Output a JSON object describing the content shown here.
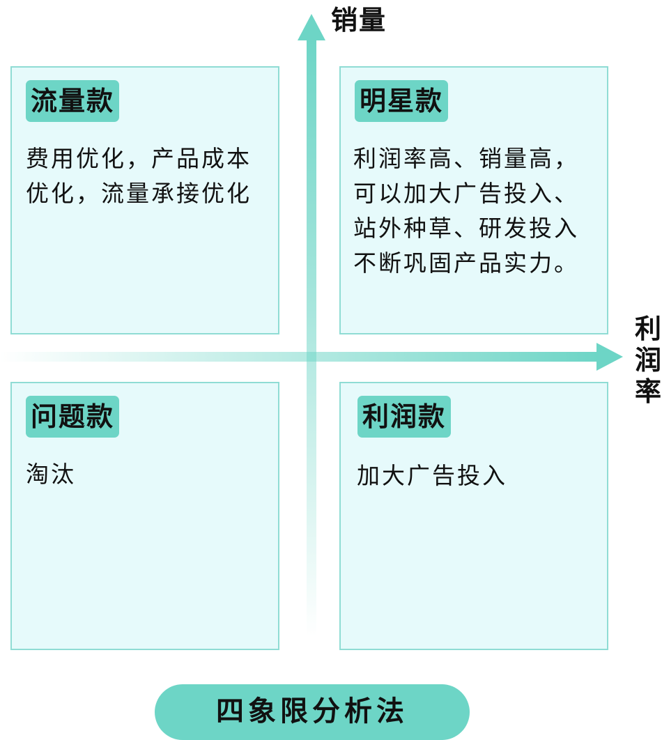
{
  "axes": {
    "y_label": "销量",
    "x_label": "利润率"
  },
  "quadrants": {
    "top_left": {
      "tag": "流量款",
      "description": "费用优化，产品成本优化，流量承接优化"
    },
    "top_right": {
      "tag": "明星款",
      "description": "利润率高、销量高，可以加大广告投入、站外种草、研发投入不断巩固产品实力。"
    },
    "bottom_left": {
      "tag": "问题款",
      "description": "淘汰"
    },
    "bottom_right": {
      "tag": "利润款",
      "description": "加大广告投入"
    }
  },
  "title": "四象限分析法",
  "colors": {
    "accent": "#6dd5c6",
    "quadrant_fill": "#e6fafb",
    "quadrant_border": "#8fdcd4",
    "text": "#111111"
  }
}
